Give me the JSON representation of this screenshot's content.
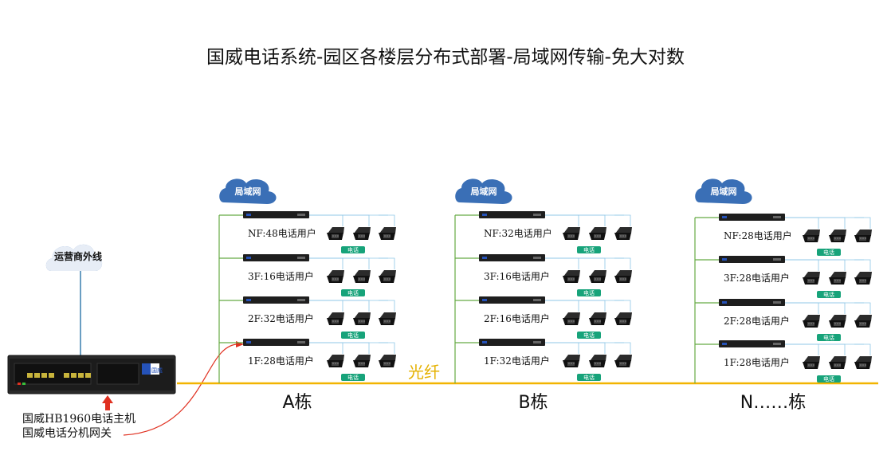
{
  "title": "国威电话系统-园区各楼层分布式部署-局域网传输-免大对数",
  "external_line": "运营商外线",
  "fiber_label": "光纤",
  "host": {
    "line1": "国威HB1960电话主机",
    "line2": "国威电话分机网关",
    "brand": "国威"
  },
  "buildings": [
    {
      "name": "A栋",
      "lan": "局域网",
      "floors": [
        {
          "label": "NF:48电话用户",
          "badge": "电话"
        },
        {
          "label": "3F:16电话用户",
          "badge": "电话"
        },
        {
          "label": "2F:32电话用户",
          "badge": "电话"
        },
        {
          "label": "1F:28电话用户",
          "badge": "电话"
        }
      ]
    },
    {
      "name": "B栋",
      "lan": "局域网",
      "floors": [
        {
          "label": "NF:32电话用户",
          "badge": "电话"
        },
        {
          "label": "3F:16电话用户",
          "badge": "电话"
        },
        {
          "label": "2F:16电话用户",
          "badge": "电话"
        },
        {
          "label": "1F:32电话用户",
          "badge": "电话"
        }
      ]
    },
    {
      "name": "N……栋",
      "lan": "局域网",
      "floors": [
        {
          "label": "NF:28电话用户",
          "badge": "电话"
        },
        {
          "label": "3F:28电话用户",
          "badge": "电话"
        },
        {
          "label": "2F:28电话用户",
          "badge": "电话"
        },
        {
          "label": "1F:28电话用户",
          "badge": "电话"
        }
      ]
    }
  ],
  "colors": {
    "cloud": "#3a6fb6",
    "fiber": "#f2b400",
    "lan_line": "#66aa44",
    "phone_line": "#8dc6e6",
    "badge": "#17a37a",
    "arrow": "#e03020"
  }
}
